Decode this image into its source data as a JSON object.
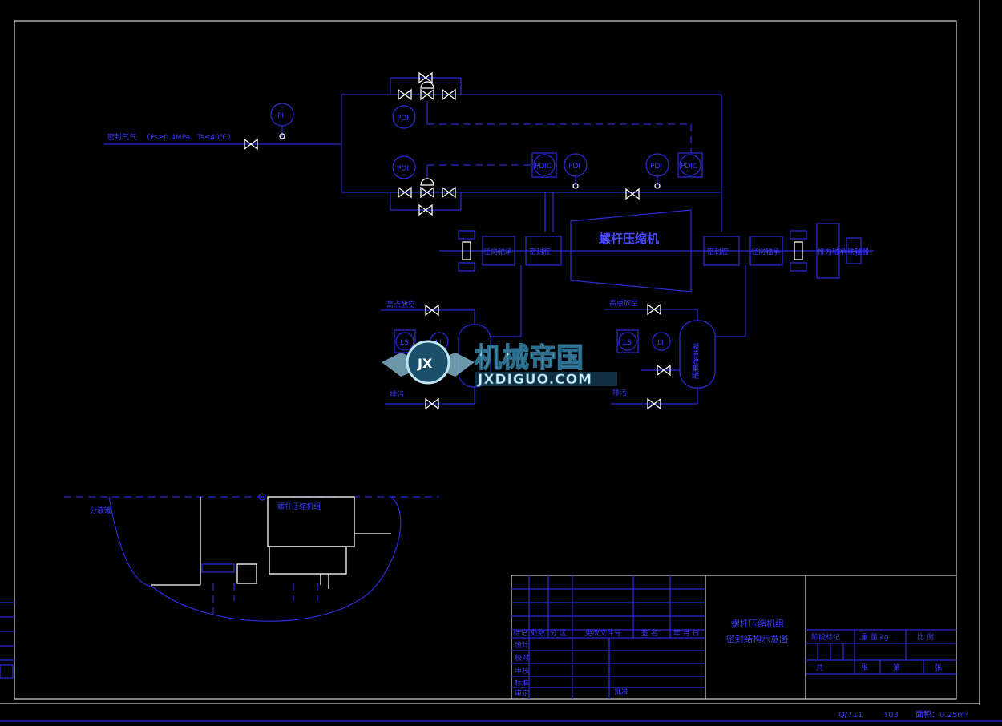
{
  "drawing": {
    "steam_label": "密封气气",
    "steam_spec": "（Ps≥0.4MPa，Ts≤40℃）",
    "compressor_label": "螺杆压缩机",
    "instruments": {
      "pi_top": "PI",
      "pdi_upper": "PDI",
      "pdi_lower": "PDI",
      "pdic_left": "PDIC",
      "pdi_mid_left": "PDI",
      "pdi_mid_right": "PDI",
      "pdic_right": "PDIC",
      "ls_left": "LS",
      "li_left": "LI",
      "ls_right": "LS",
      "li_right": "LI"
    },
    "boxes": {
      "left_bearing": "径向轴承",
      "left_seal": "密封腔",
      "right_seal": "密封腔",
      "right_bearing": "径向轴承",
      "thrust": "推力轴承",
      "cup": "联轴器"
    },
    "vent_left": "高点放空",
    "vent_right": "高点放空",
    "drain_left": "排污",
    "drain_right": "排污",
    "tank_right_text": "凝液收集罐",
    "bottom_left_label": "分液罐",
    "bottom_mid_label": "螺杆压缩机组"
  },
  "title_block": {
    "title_line1": "螺杆压缩机组",
    "title_line2": "密封结构示意图",
    "header_row": [
      "标记",
      "处数",
      "分 区",
      "更改文件号",
      "签 名",
      "年 月 日"
    ],
    "roles": [
      "设计",
      "校对",
      "审核",
      "标准",
      "审定"
    ],
    "approve_label": "批准",
    "stage_headers": [
      "阶段标记",
      "重 量 kg",
      "比 例"
    ],
    "sheet_footer": [
      "共",
      "张",
      "第",
      "张"
    ],
    "footer_code1": "Q/711",
    "footer_code2": "T03",
    "footer_area": "面积：0.25m²"
  },
  "watermark": {
    "badge_text": "JX",
    "cn": "机械帝国",
    "en": "JXDIGUO.COM"
  },
  "colors": {
    "line": "#2b2bd8",
    "text": "#3a3aff",
    "frame": "#ffffff",
    "bg": "#000000"
  }
}
